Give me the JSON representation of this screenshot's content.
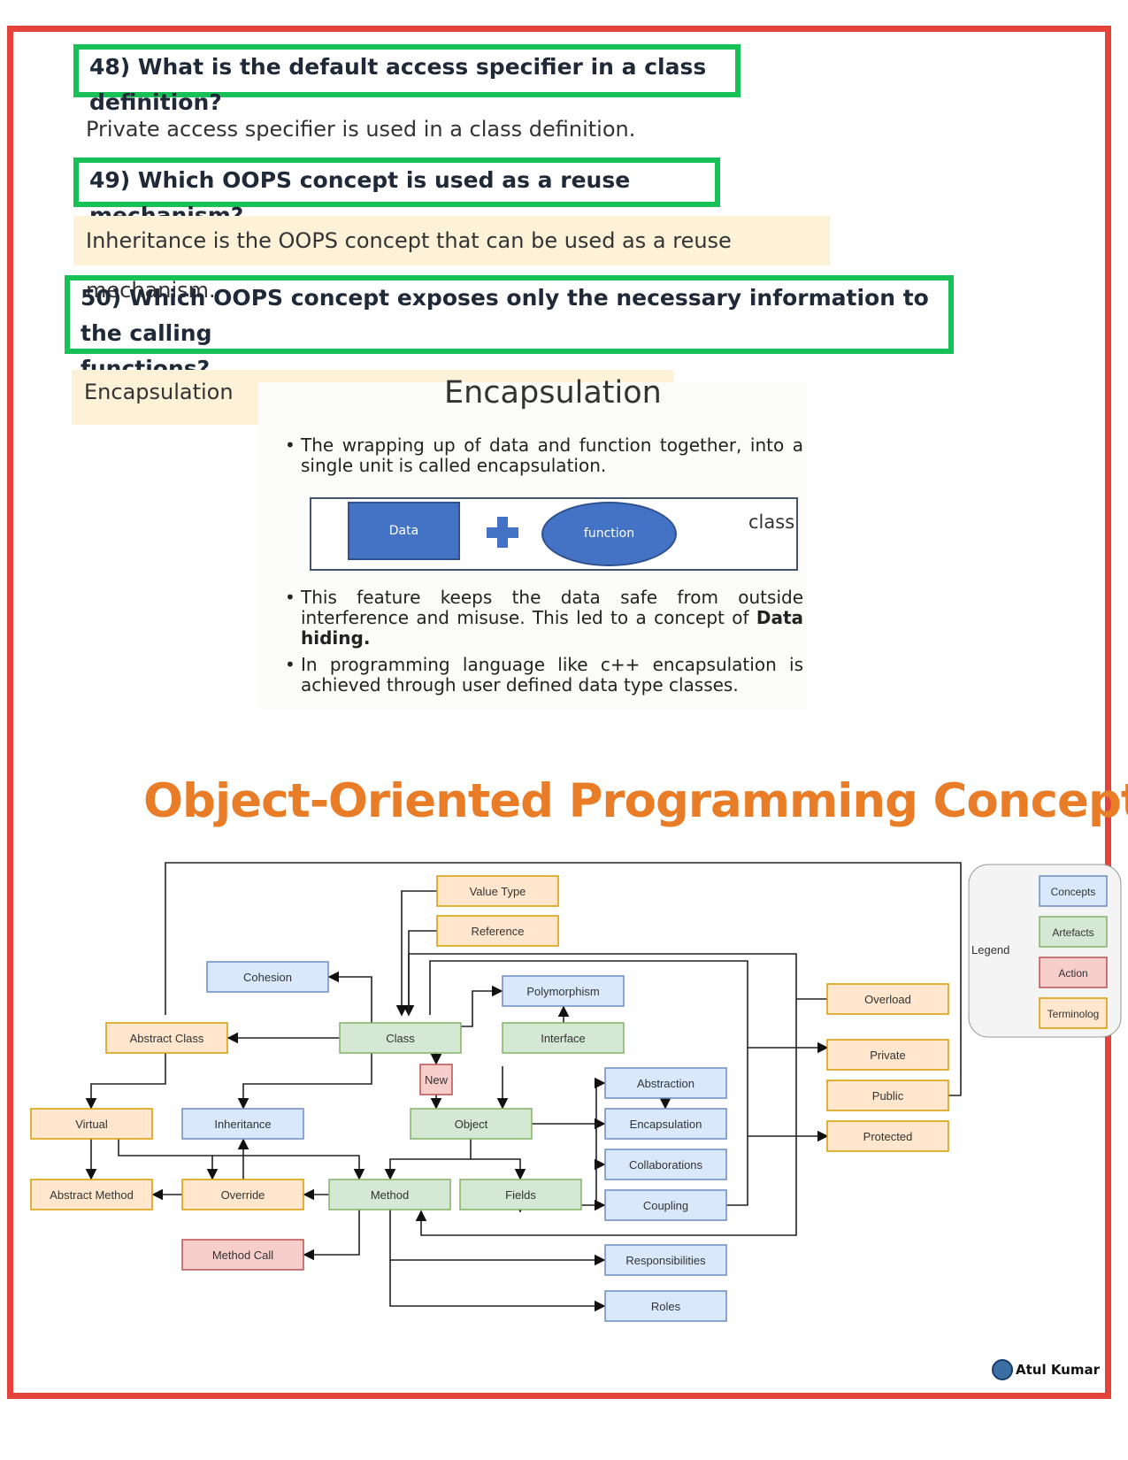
{
  "questions": [
    {
      "q": "48) What is the default access specifier in a class definition?",
      "a": "Private access specifier is used in a class definition."
    },
    {
      "q": "49) Which OOPS concept is used as a reuse mechanism?",
      "a": "Inheritance is the OOPS concept that can be used as a reuse mechanism."
    },
    {
      "q_line1": "50) Which OOPS concept exposes only the necessary information to the calling",
      "q_line2": "functions?",
      "a": "Encapsulation"
    }
  ],
  "slide": {
    "title": "Encapsulation",
    "bullet1": "The wrapping up of data and function together, into a single unit is called encapsulation.",
    "data_label": "Data",
    "function_label": "function",
    "class_label": "class",
    "bullet2_pre": "This feature keeps the data safe from outside interference and misuse. This led to a concept of ",
    "bullet2_bold": "Data hiding.",
    "bullet3": "In programming language like c++ encapsulation is achieved through user defined data type classes."
  },
  "diagram": {
    "title": "Object-Oriented Programming Concepts",
    "colors": {
      "concept": "#dae8fc",
      "concept_border": "#6c8ebf",
      "artefact": "#d5e8d4",
      "artefact_border": "#82b366",
      "action": "#f8cecc",
      "action_border": "#b85450",
      "terminology": "#ffe6cc",
      "terminology_border": "#d79b00"
    },
    "nodes": {
      "value_type": "Value Type",
      "reference": "Reference",
      "cohesion": "Cohesion",
      "polymorphism": "Polymorphism",
      "abstract_class": "Abstract Class",
      "class": "Class",
      "interface": "Interface",
      "new": "New",
      "abstraction": "Abstraction",
      "virtual": "Virtual",
      "inheritance": "Inheritance",
      "object": "Object",
      "encapsulation": "Encapsulation",
      "collaborations": "Collaborations",
      "abstract_method": "Abstract Method",
      "override": "Override",
      "method": "Method",
      "fields": "Fields",
      "coupling": "Coupling",
      "method_call": "Method Call",
      "responsibilities": "Responsibilities",
      "roles": "Roles",
      "overload": "Overload",
      "private": "Private",
      "public": "Public",
      "protected": "Protected"
    },
    "legend": {
      "label": "Legend",
      "concepts": "Concepts",
      "artefacts": "Artefacts",
      "action": "Action",
      "terminology": "Terminolog"
    }
  },
  "signature": "Atul Kumar"
}
